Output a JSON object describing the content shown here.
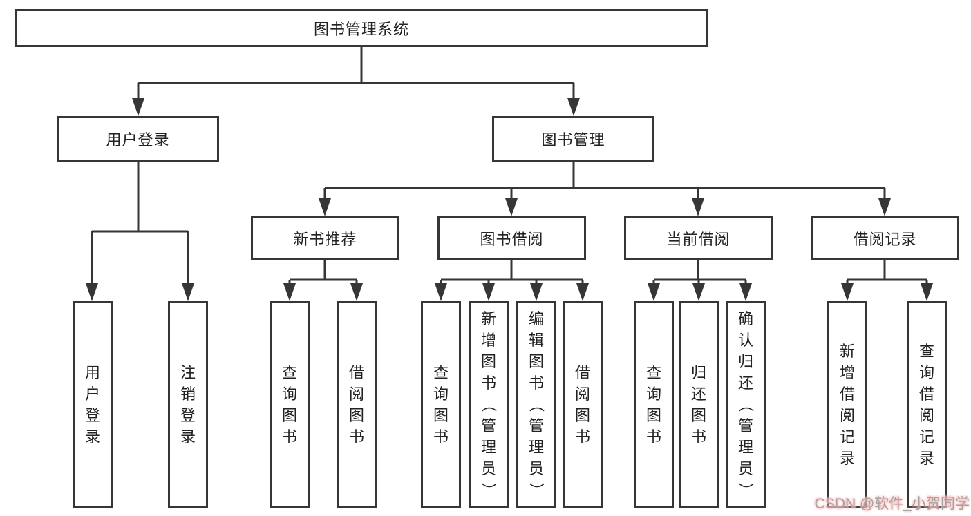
{
  "tree": {
    "label": "图书管理系统",
    "children": [
      {
        "label": "用户登录",
        "children": [
          {
            "label": "用户登录"
          },
          {
            "label": "注销登录"
          }
        ]
      },
      {
        "label": "图书管理",
        "children": [
          {
            "label": "新书推荐",
            "children": [
              {
                "label": "查询图书"
              },
              {
                "label": "借阅图书"
              }
            ]
          },
          {
            "label": "图书借阅",
            "children": [
              {
                "label": "查询图书"
              },
              {
                "label": "新增图书（管理员）"
              },
              {
                "label": "编辑图书（管理员）"
              },
              {
                "label": "借阅图书"
              }
            ]
          },
          {
            "label": "当前借阅",
            "children": [
              {
                "label": "查询图书"
              },
              {
                "label": "归还图书"
              },
              {
                "label": "确认归还（管理员）"
              }
            ]
          },
          {
            "label": "借阅记录",
            "children": [
              {
                "label": "新增借阅记录"
              },
              {
                "label": "查询借阅记录"
              }
            ]
          }
        ]
      }
    ]
  },
  "watermark": {
    "text": "CSDN @软件_小贺同学"
  },
  "colors": {
    "line": "#363636",
    "text": "#222222",
    "bg": "#ffffff",
    "watermark": "#a3a3a3",
    "watermark-glow": "#ffbdbd"
  }
}
